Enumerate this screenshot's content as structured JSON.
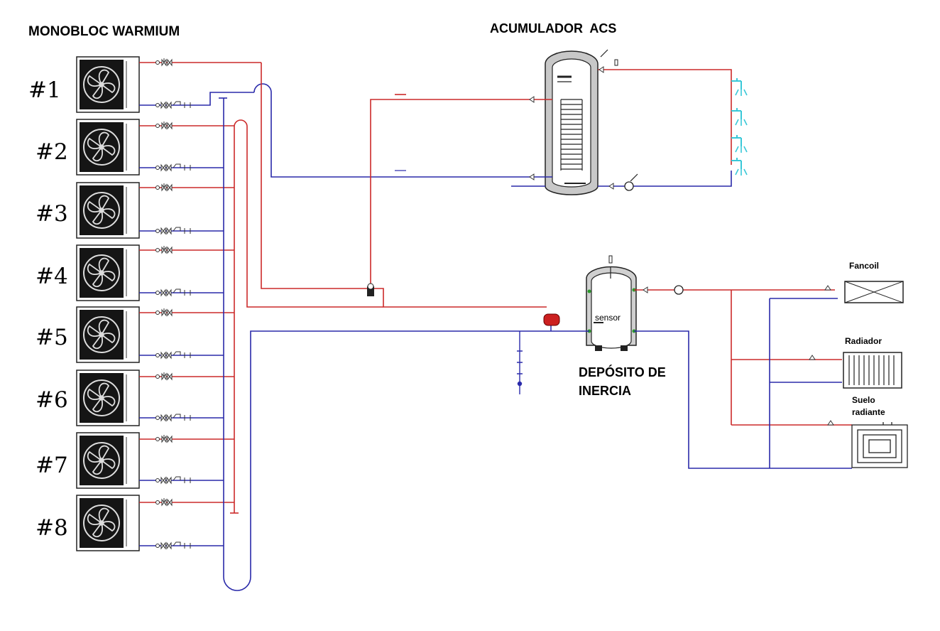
{
  "title": "MONOBLOC WARMIUM",
  "units": [
    "#1",
    "#2",
    "#3",
    "#4",
    "#5",
    "#6",
    "#7",
    "#8"
  ],
  "dhw_tank_label": "ACUMULADOR  ACS",
  "buffer_tank_label_line1": "DEPÓSITO DE",
  "buffer_tank_label_line2": "INERCIA",
  "sensor_label": "sensor",
  "fancoil_label": "Fancoil",
  "radiator_label": "Radiador",
  "floor_label_line1": "Suelo",
  "floor_label_line2": "radiante",
  "colors": {
    "supply": "#cc2a2a",
    "return": "#2a2aaa",
    "tap": "#39c8d8",
    "expansion": "#cc2020"
  }
}
